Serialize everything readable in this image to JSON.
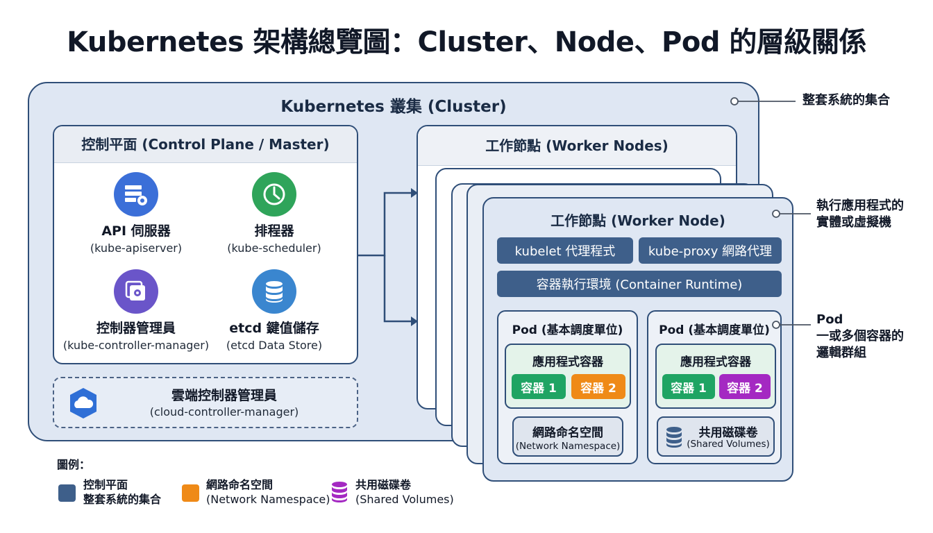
{
  "title": "Kubernetes 架構總覽圖：Cluster、Node、Pod 的層級關係",
  "cluster": {
    "title": "Kubernetes 叢集 (Cluster)",
    "callout": "整套系統的集合"
  },
  "control_plane": {
    "title": "控制平面 (Control Plane / Master)",
    "components": [
      {
        "name": "API 伺服器",
        "sub": "(kube-apiserver)",
        "icon": "server-gear-icon",
        "color": "#3b6fd8"
      },
      {
        "name": "排程器",
        "sub": "(kube-scheduler)",
        "icon": "clock-icon",
        "color": "#2fa45a"
      },
      {
        "name": "控制器管理員",
        "sub": "(kube-controller-manager)",
        "icon": "controller-gear-icon",
        "color": "#6a55c9"
      },
      {
        "name": "etcd 鍵值儲存",
        "sub": "(etcd Data Store)",
        "icon": "database-icon",
        "color": "#3a86cf"
      }
    ],
    "cloud": {
      "name": "雲端控制器管理員",
      "sub": "(cloud-controller-manager)",
      "icon": "cloud-icon"
    }
  },
  "worker_nodes": {
    "title": "工作節點 (Worker Nodes)"
  },
  "worker_node": {
    "title": "工作節點 (Worker Node)",
    "kubelet": "kubelet 代理程式",
    "kube_proxy": "kube-proxy 網路代理",
    "runtime": "容器執行環境 (Container Runtime)",
    "callout": [
      "執行應用程式的",
      "實體或虛擬機"
    ]
  },
  "pods": [
    {
      "title": "Pod (基本調度單位)",
      "app_title": "應用程式容器",
      "containers": [
        {
          "label": "容器 1",
          "color": "#1fa463"
        },
        {
          "label": "容器 2",
          "color": "#ef8a17"
        }
      ],
      "sub": {
        "name": "網路命名空間",
        "detail": "(Network Namespace)"
      }
    },
    {
      "title": "Pod (基本調度單位)",
      "app_title": "應用程式容器",
      "containers": [
        {
          "label": "容器 1",
          "color": "#1fa463"
        },
        {
          "label": "容器 2",
          "color": "#a429c2"
        }
      ],
      "sub": {
        "name": "共用磁碟卷",
        "detail": "(Shared Volumes)",
        "icon": "database-icon"
      }
    }
  ],
  "pod_callout": [
    "Pod",
    "一或多個容器的",
    "邏輯群組"
  ],
  "legend": {
    "label": "圖例：",
    "items": [
      {
        "lines": [
          "控制平面",
          "整套系統的集合"
        ],
        "color": "#3e5f8a",
        "icon": "square-icon"
      },
      {
        "lines": [
          "網路命名空間",
          "(Network Namespace)"
        ],
        "color": "#ef8a17",
        "icon": "square-icon"
      },
      {
        "lines": [
          "共用磁碟卷",
          "(Shared Volumes)"
        ],
        "color": "#a429c2",
        "icon": "database-icon"
      }
    ]
  }
}
